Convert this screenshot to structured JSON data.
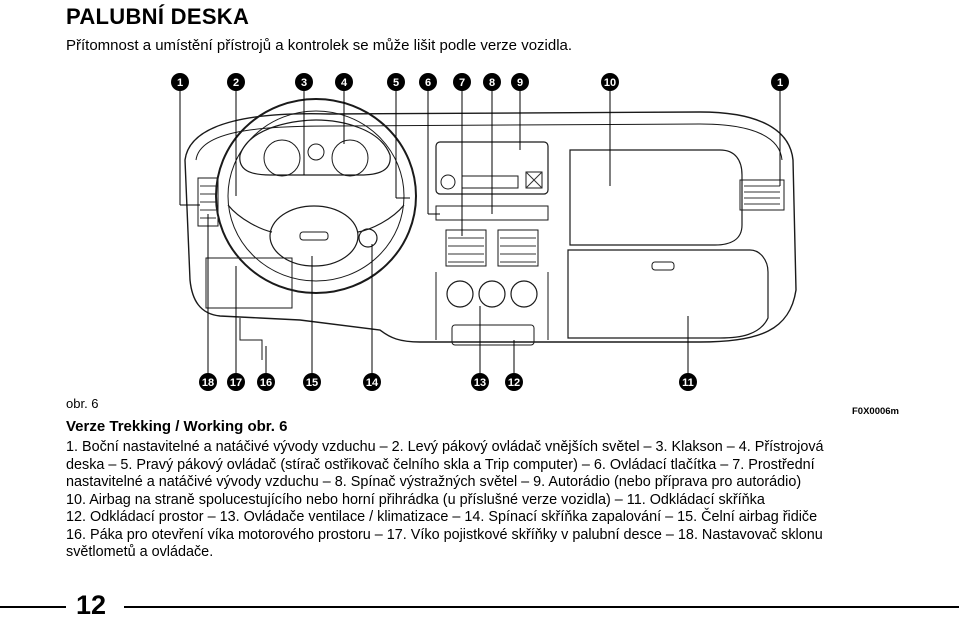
{
  "header": {
    "title": "PALUBNÍ DESKA",
    "subtitle": "Přítomnost a umístění přístrojů a kontrolek se může lišit podle verze vozidla."
  },
  "figure": {
    "callouts_top": [
      "1",
      "2",
      "3",
      "4",
      "5",
      "6",
      "7",
      "8",
      "9",
      "10",
      "1"
    ],
    "callouts_bottom": [
      "18",
      "17",
      "16",
      "15",
      "14",
      "13",
      "12",
      "11"
    ],
    "code": "F0X0006m"
  },
  "caption": {
    "obr": "obr. 6",
    "version": "Verze Trekking / Working obr. 6"
  },
  "legend_lines": [
    "1. Boční nastavitelné a natáčivé vývody vzduchu – 2. Levý pákový ovládač vnějších světel – 3. Klakson – 4. Přístrojová",
    "deska – 5. Pravý pákový ovládač (stírač ostřikovač čelního skla a Trip computer) – 6. Ovládací tlačítka – 7. Prostřední",
    "nastavitelné a natáčivé vývody vzduchu – 8. Spínač výstražných světel – 9. Autorádio (nebo příprava pro autorádio)",
    "10. Airbag na straně spolucestujícího nebo horní přihrádka (u příslušné verze vozidla) – 11. Odkládací skříňka",
    "12. Odkládací prostor – 13. Ovládače ventilace / klimatizace – 14. Spínací skříňka zapalování – 15. Čelní airbag řidiče",
    "16. Páka pro otevření víka motorového prostoru – 17. Víko pojistkové skříňky v palubní desce – 18. Nastavovač sklonu",
    "světlometů a ovládače."
  ],
  "footer": {
    "page_number": "12"
  }
}
